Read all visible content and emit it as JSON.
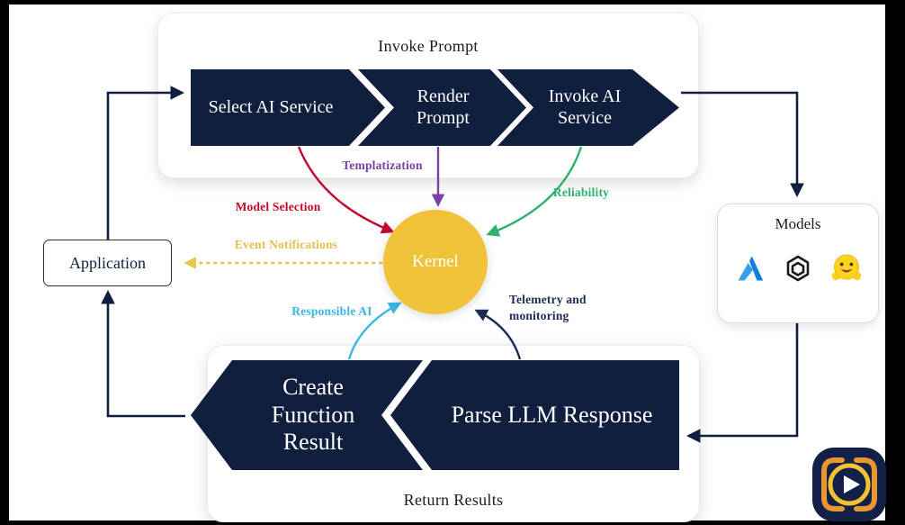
{
  "colors": {
    "navy": "#101f3e",
    "kernel_gold": "#f0c23a",
    "event_gold": "#e7c650",
    "red": "#c4092e",
    "purple": "#7b3fa5",
    "green": "#2fb06e",
    "light_blue": "#3ab5e2",
    "telemetry_navy": "#1d2c55"
  },
  "top_panel": {
    "title": "Invoke Prompt",
    "steps": [
      "Select AI Service",
      "Render Prompt",
      "Invoke AI Service"
    ]
  },
  "kernel": {
    "label": "Kernel"
  },
  "application": {
    "label": "Application"
  },
  "models": {
    "title": "Models",
    "icons": [
      "azure-icon",
      "openai-icon",
      "huggingface-icon"
    ]
  },
  "bottom_panel": {
    "title": "Return Results",
    "steps": [
      "Create Function Result",
      "Parse LLM Response"
    ]
  },
  "edge_labels": {
    "model_selection": "Model Selection",
    "templatization": "Templatization",
    "reliability": "Reliability",
    "event_notifications": "Event Notifications",
    "responsible_ai": "Responsible AI",
    "telemetry": "Telemetry and monitoring"
  }
}
